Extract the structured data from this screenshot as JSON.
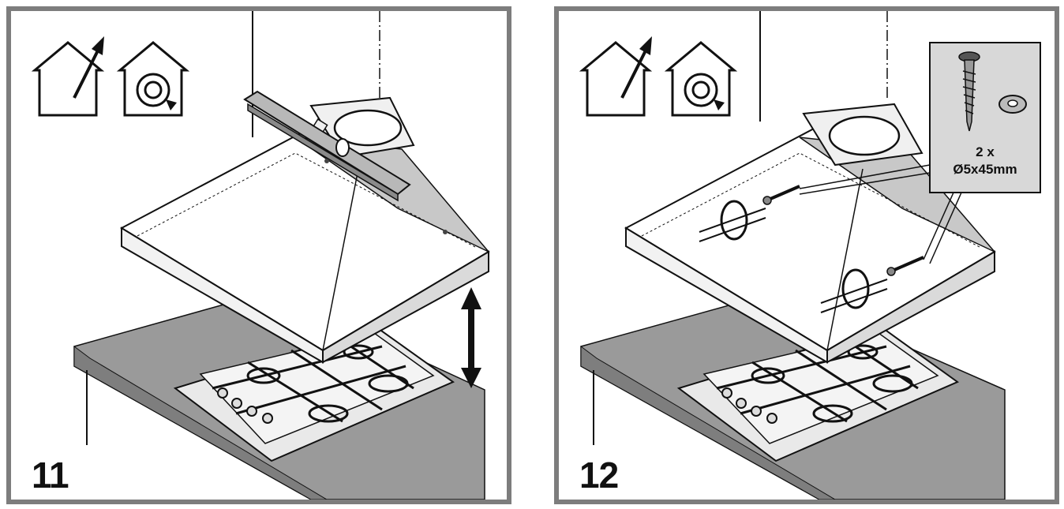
{
  "steps": [
    {
      "number": "11"
    },
    {
      "number": "12"
    }
  ],
  "callout": {
    "quantity": "2 x",
    "screw_size": "Ø5x45mm"
  },
  "icons": [
    "ducted-mode-icon",
    "recirculation-mode-icon",
    "spirit-level-icon",
    "height-arrow-icon",
    "screw-icon",
    "washer-icon",
    "wall-plug-icon"
  ],
  "colors": {
    "frame": "#7d7d7d",
    "counter": "#9a9a9a",
    "hood_side": "#c8c8c8",
    "callout_bg": "#d8d8d8"
  }
}
